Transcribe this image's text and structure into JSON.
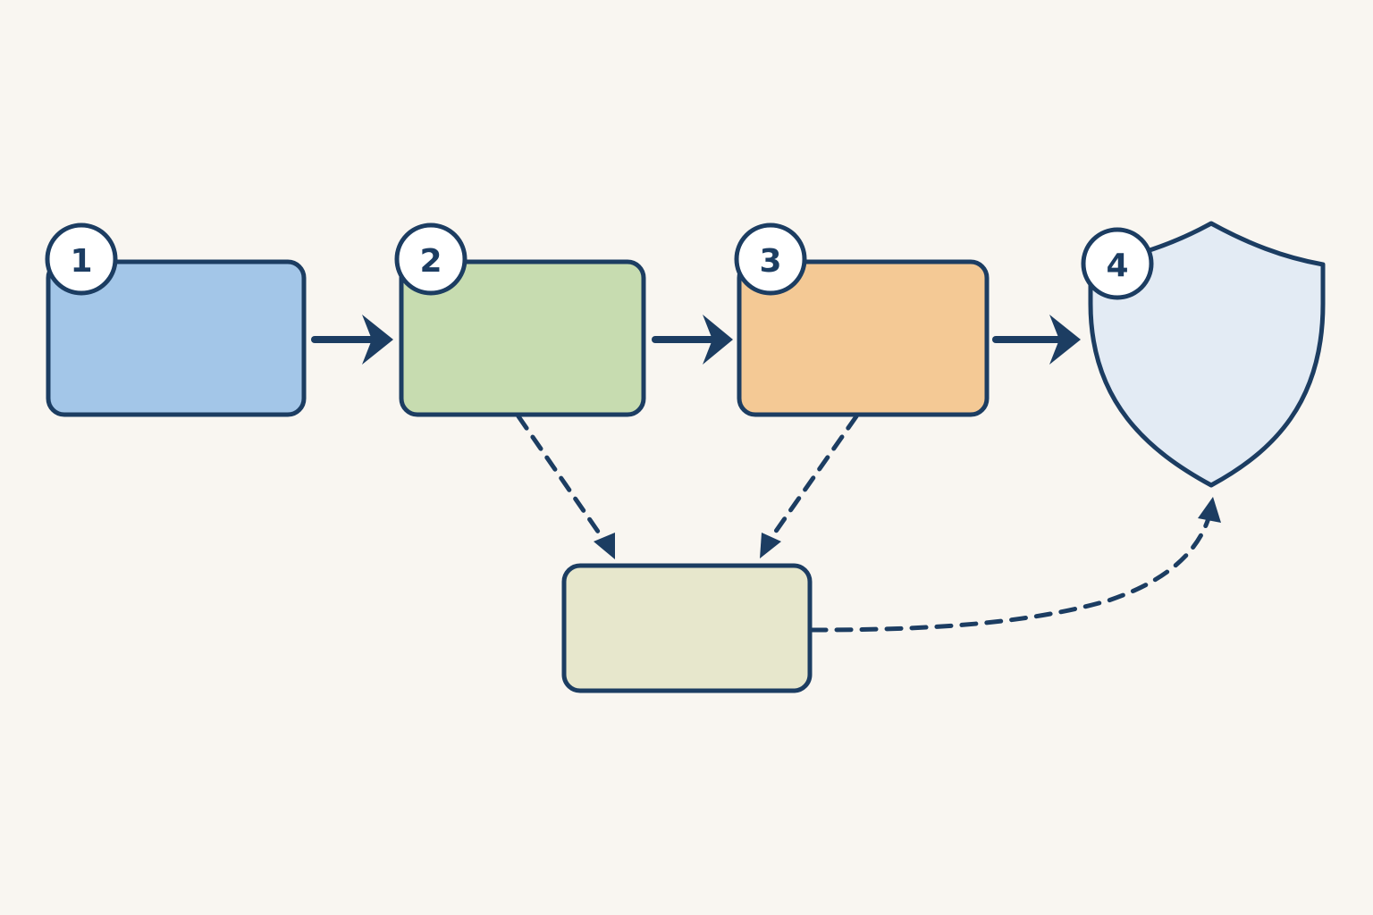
{
  "colors": {
    "background": "#f9f6f1",
    "outline": "#1c3d62",
    "step1_fill": "#a3c6e8",
    "step2_fill": "#c7dcb0",
    "step3_fill": "#f4c995",
    "shield_fill": "#e3ebf4",
    "storage_fill": "#e7e7cc",
    "badge_fill": "#ffffff"
  },
  "badges": [
    "1",
    "2",
    "3",
    "4"
  ],
  "icons": {
    "shield": "shield-icon"
  }
}
